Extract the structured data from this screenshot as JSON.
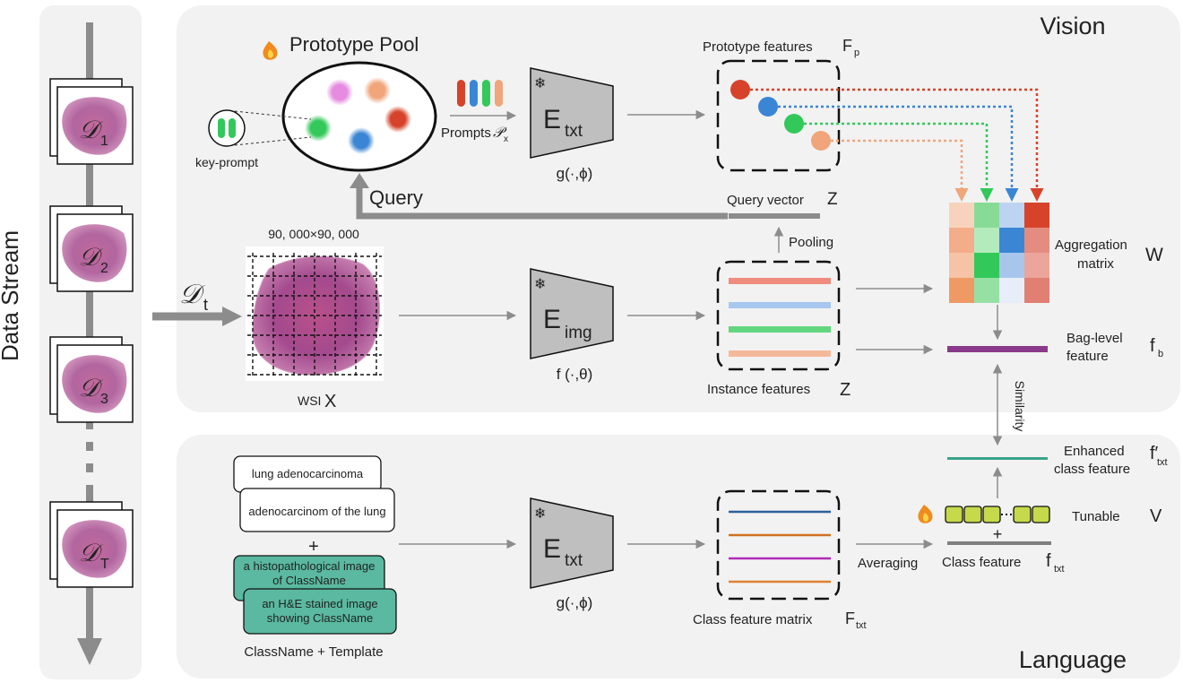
{
  "panels": {
    "left_label": "Data Stream",
    "vision_label": "Vision",
    "language_label": "Language"
  },
  "data_stream": {
    "datasets": [
      {
        "sym": "𝒟",
        "sub": "1"
      },
      {
        "sym": "𝒟",
        "sub": "2"
      },
      {
        "sym": "𝒟",
        "sub": "3"
      },
      {
        "sym": "𝒟",
        "sub": "T"
      }
    ],
    "current": {
      "sym": "𝒟",
      "sub": "t"
    }
  },
  "vision": {
    "prototype_pool": "Prototype Pool",
    "key_prompt": "key-prompt",
    "prompts": "Prompts",
    "prompts_sym": "𝒫",
    "prompts_sub": "x",
    "query": "Query",
    "encoder_txt": {
      "main": "E",
      "sub": "txt",
      "func": "g(·,ϕ)"
    },
    "encoder_img": {
      "main": "E",
      "sub": "img",
      "func": "f (·,θ)"
    },
    "proto_features": "Prototype features",
    "proto_sym": "F",
    "proto_sub": "p",
    "query_vector": "Query vector",
    "query_sym": "Z",
    "pooling": "Pooling",
    "wsi_size": "90, 000×90, 000",
    "wsi_label": "WSI",
    "wsi_sym": "X",
    "instance_features": "Instance features",
    "instance_sym": "Z",
    "aggregation": [
      "Aggregation",
      "matrix"
    ],
    "aggregation_sym": "W",
    "bag_level": [
      "Bag-level",
      "feature"
    ],
    "bag_sym": "f",
    "bag_sub": "b",
    "similarity": "Similarity"
  },
  "language": {
    "templates_white": [
      "lung adenocarcinoma",
      "adenocarcinom of the lung"
    ],
    "plus": "+",
    "templates_green": [
      [
        "a histopathological image",
        "of ClassName"
      ],
      [
        "an H&E stained image",
        "showing ClassName"
      ]
    ],
    "template_caption": "ClassName + Template",
    "encoder_txt": {
      "main": "E",
      "sub": "txt",
      "func": "g(·,ϕ)"
    },
    "class_matrix": "Class feature matrix",
    "class_matrix_sym": "F",
    "class_matrix_sub": "txt",
    "averaging": "Averaging",
    "class_feature": "Class feature",
    "class_feature_sym": "f",
    "class_feature_sub": "txt",
    "tunable": "Tunable",
    "tunable_sym": "V",
    "enhanced": [
      "Enhanced",
      "class feature"
    ],
    "enhanced_sym": "f′",
    "enhanced_sub": "txt"
  },
  "colors": {
    "panel_bg": "#f2f2f2",
    "encoder_fill": "#bfbfbf",
    "arrow_gray": "#8c8c8c",
    "red": "#d6432a",
    "blue": "#3a86d4",
    "green": "#33c85a",
    "orange": "#f0a57a",
    "pink": "#e58be0",
    "teal_box": "#5ab9a0",
    "purple": "#8a3a8a",
    "teal_line": "#3aa38a",
    "tunable_fill": "#c6d94a"
  }
}
